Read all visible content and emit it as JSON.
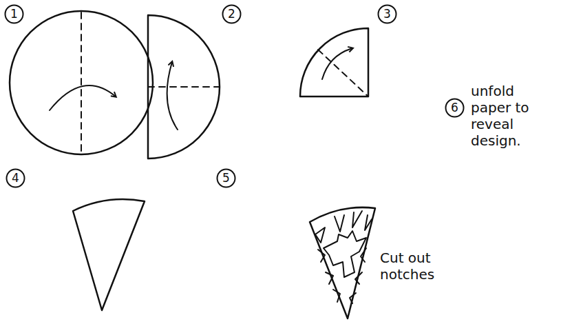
{
  "diagram": {
    "nodes": [
      {
        "text": [
          "1"
        ]
      },
      {
        "text": [
          "2"
        ]
      },
      {
        "text": [
          "3"
        ]
      },
      {
        "text": [
          "4"
        ]
      },
      {
        "text": [
          "5"
        ]
      },
      {
        "text": [
          "6"
        ]
      }
    ],
    "labels": [
      "Cut out notches",
      "unfold paper to reveal design."
    ]
  }
}
